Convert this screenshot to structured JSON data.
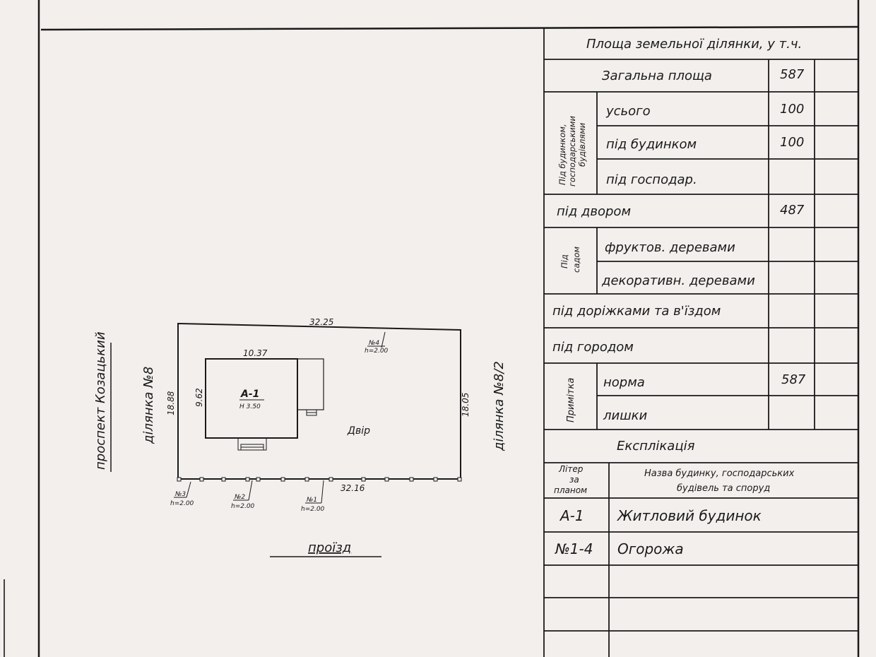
{
  "table": {
    "title": "Площа земельної ділянки, у т.ч.",
    "total_label": "Загальна площа",
    "total_value": "587",
    "group_buildings_label_1": "Під будинком,",
    "group_buildings_label_2": "господарськими",
    "group_buildings_label_3": "будівлями",
    "all_label": "усього",
    "all_value": "100",
    "under_house_label": "під будинком",
    "under_house_value": "100",
    "under_outbuild_label": "під господар.",
    "under_outbuild_value": "",
    "yard_label": "під двором",
    "yard_value": "487",
    "garden_group_label_1": "Під",
    "garden_group_label_2": "садом",
    "fruit_label": "фруктов. деревами",
    "fruit_value": "",
    "decor_label": "декоративн. деревами",
    "decor_value": "",
    "paths_label": "під доріжками та в'їздом",
    "paths_value": "",
    "vegetable_label": "під городом",
    "vegetable_value": "",
    "note_group_label": "Примітка",
    "norm_label": "норма",
    "norm_value": "587",
    "excess_label": "лишки",
    "excess_value": ""
  },
  "explication": {
    "title": "Експлікація",
    "col1_header_1": "Літер",
    "col1_header_2": "за",
    "col1_header_3": "планом",
    "col2_header_1": "Назва будинку, господарських",
    "col2_header_2": "будівель та споруд",
    "rows": [
      {
        "code": "А-1",
        "name": "Житловий будинок"
      },
      {
        "code": "№1-4",
        "name": "Огорожа"
      }
    ]
  },
  "plan": {
    "street_left": "проспект Козацький",
    "street_bottom": "проїзд",
    "neighbor_left": "ділянка №8",
    "neighbor_right": "ділянка №8/2",
    "top_length": "32.25",
    "bottom_length": "32.16",
    "left_length": "18.88",
    "right_length": "18.05",
    "house_width": "10.37",
    "house_depth": "9.62",
    "house_code": "А-1",
    "house_height": "Н 3.50",
    "yard_label": "Двір",
    "fence_1": "№1",
    "fence_1_h": "h=2.00",
    "fence_2": "№2",
    "fence_2_h": "h=2.00",
    "fence_3": "№3",
    "fence_3_h": "h=2.00",
    "fence_4": "№4",
    "fence_4_h": "h=2.00"
  }
}
